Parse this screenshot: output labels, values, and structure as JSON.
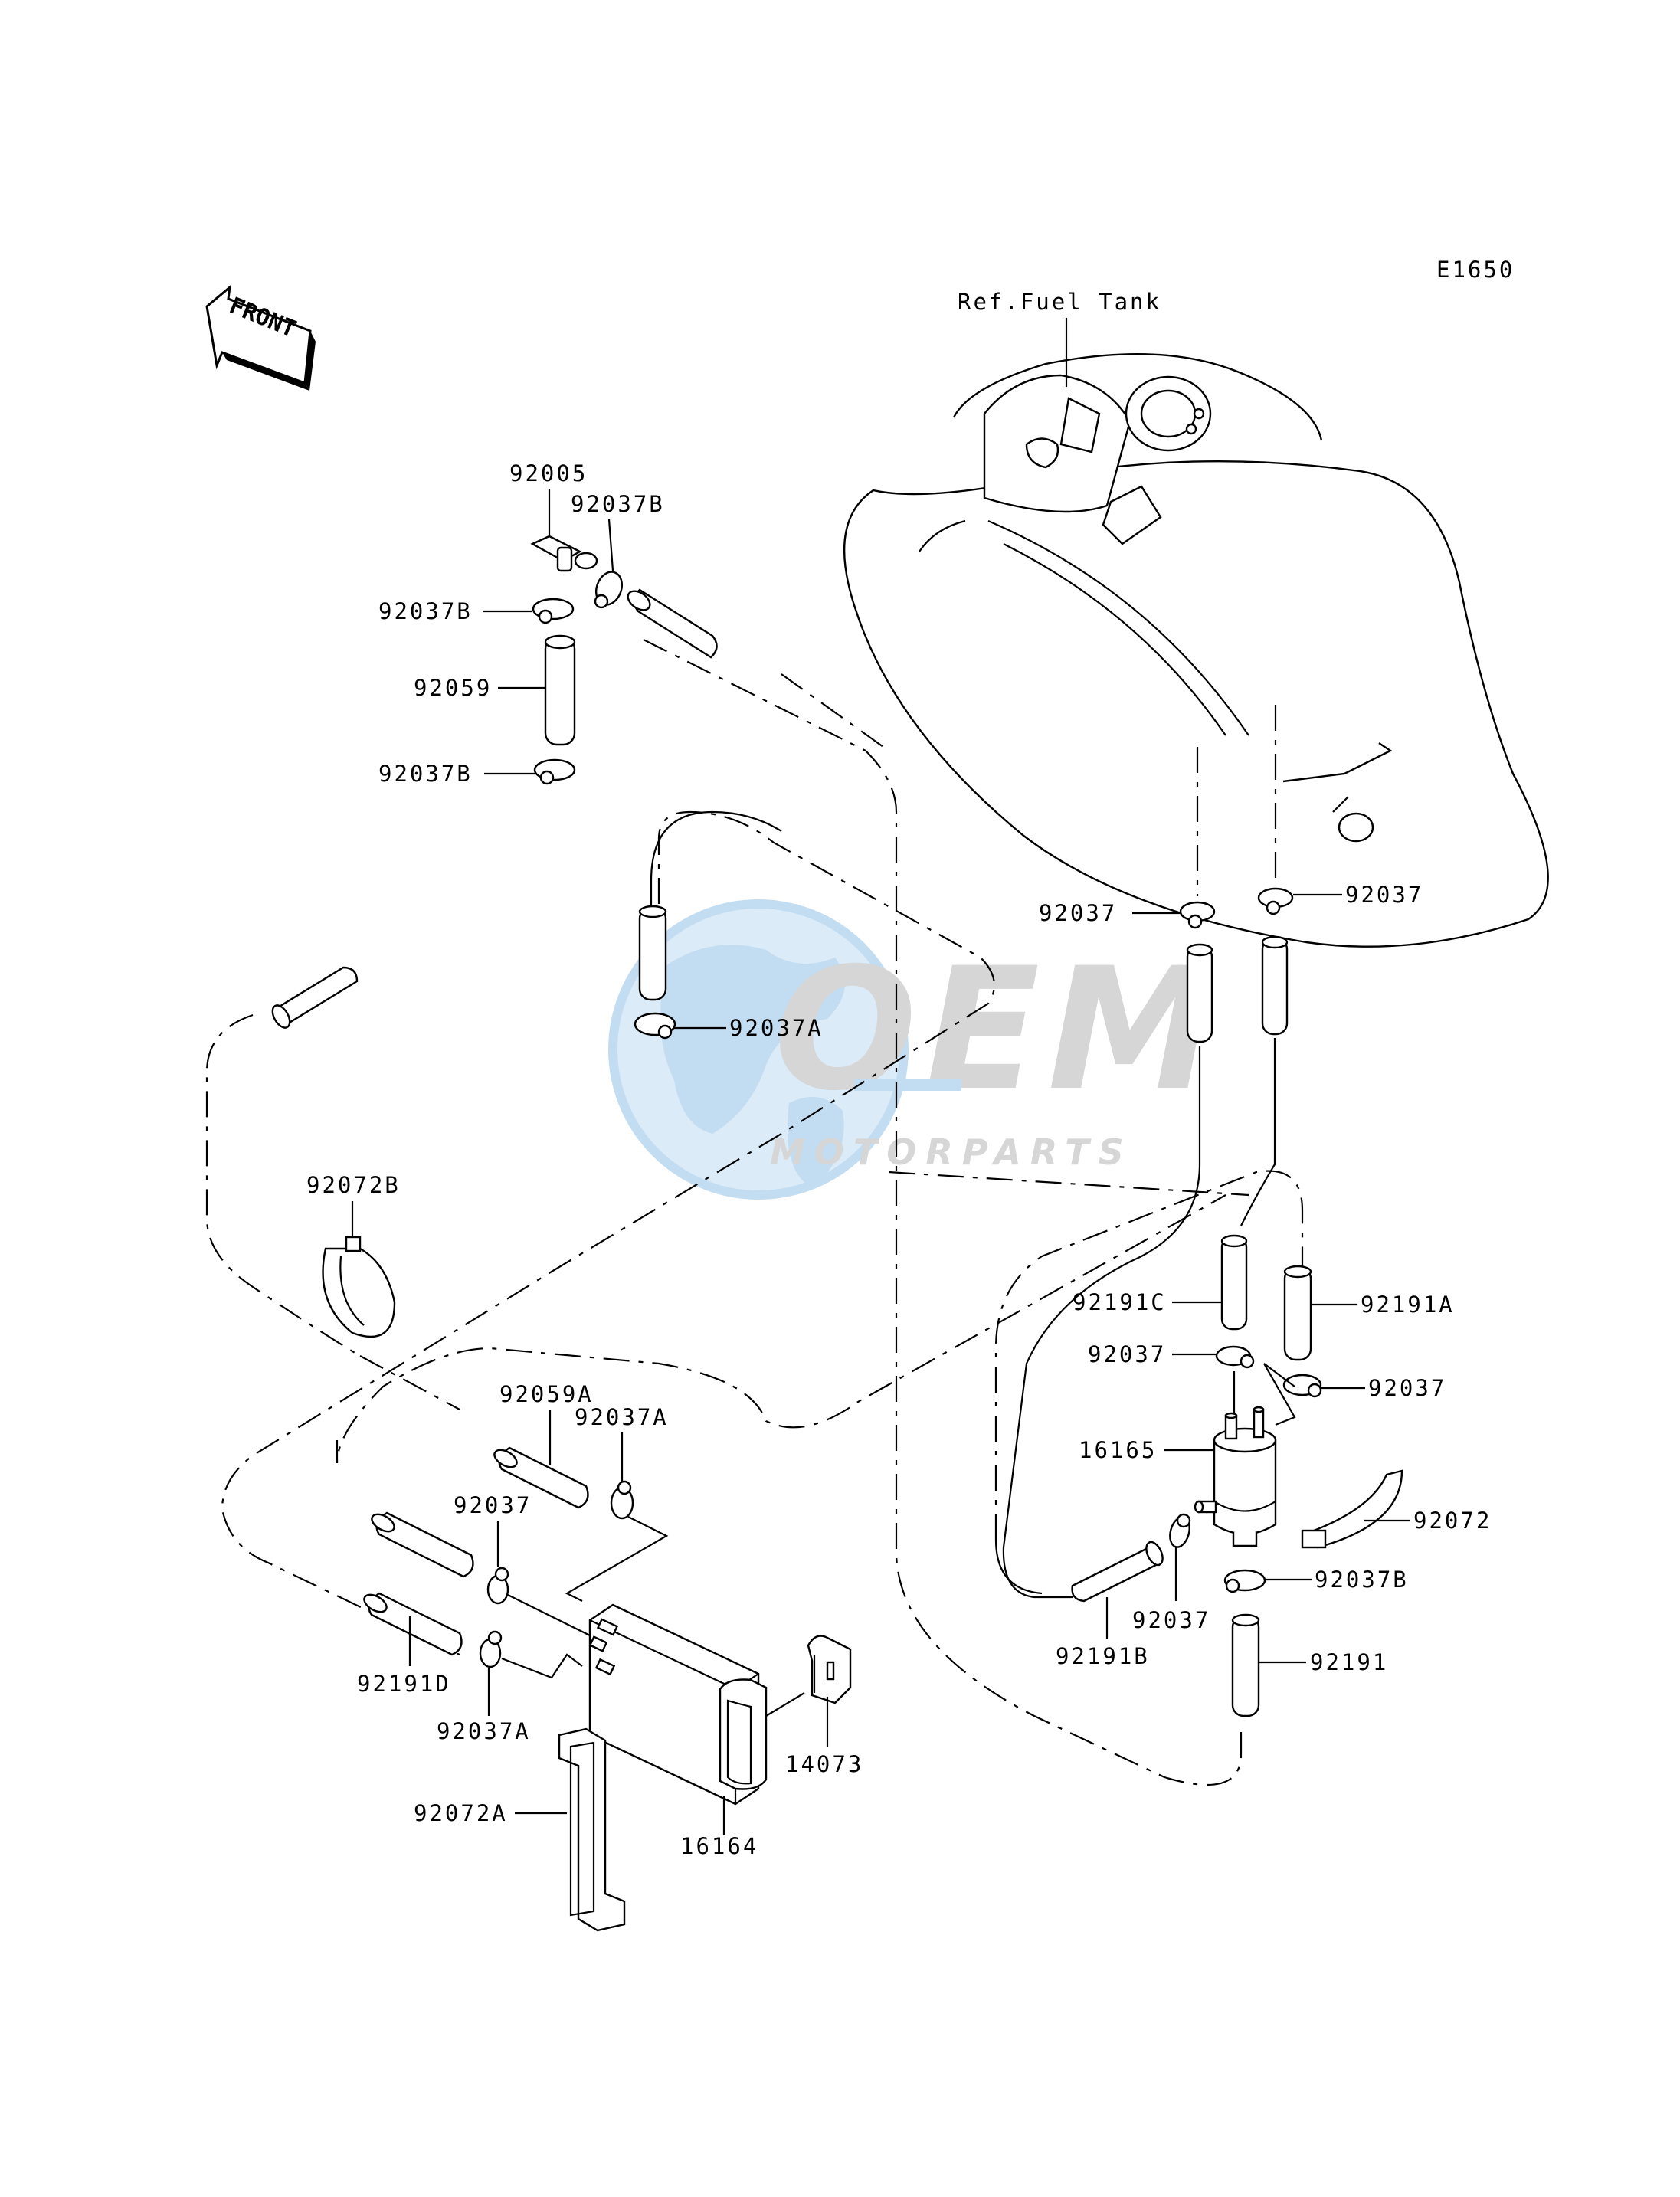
{
  "diagram_code": "E1650",
  "front_label": "FRONT",
  "watermark": {
    "brand": "OEM",
    "sub": "MOTORPARTS",
    "colors": {
      "globe": "#bcd9f0",
      "text": "#d2d2d2",
      "accent": "#bcd9f0"
    }
  },
  "labels": {
    "ref_fuel_tank": "Ref.Fuel Tank",
    "p92005": "92005",
    "p92037B_top": "92037B",
    "p92037B_left1": "92037B",
    "p92059": "92059",
    "p92037B_left2": "92037B",
    "p92037A_mid": "92037A",
    "p92037_tank_left": "92037",
    "p92037_tank_right": "92037",
    "p92072B": "92072B",
    "p92191C": "92191C",
    "p92191A": "92191A",
    "p92037_filter_left": "92037",
    "p92037_filter_right": "92037",
    "p16165": "16165",
    "p92072": "92072",
    "p92037B_filter": "92037B",
    "p92037_filter_bottom": "92037",
    "p92191B": "92191B",
    "p92191": "92191",
    "p92059A": "92059A",
    "p92037A_canister_top": "92037A",
    "p92037_canister": "92037",
    "p92191D": "92191D",
    "p92037A_canister_bottom": "92037A",
    "p14073": "14073",
    "p92072A": "92072A",
    "p16164": "16164"
  }
}
